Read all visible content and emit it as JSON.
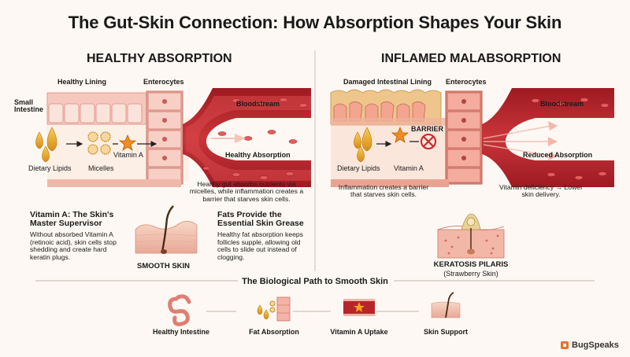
{
  "title": "The Gut-Skin Connection: How Absorption Shapes Your Skin",
  "healthy": {
    "heading": "HEALTHY ABSORPTION",
    "small_intestine": "Small Intestine",
    "healthy_lining": "Healthy Lining",
    "enterocytes": "Enterocytes",
    "bloodstream": "Bloodstream",
    "dietary_lipids": "Dietary Lipids",
    "micelles": "Micelles",
    "vitamin_a": "Vitamin A",
    "result": "Healthy Absorption"
  },
  "inflamed": {
    "heading": "INFLAMED MALABSORPTION",
    "damaged_lining": "Damaged Intestinal Lining",
    "enterocytes": "Enterocytes",
    "bloodstream": "Bloodstream",
    "barrier": "BARRIER",
    "dietary_lipids": "Dietary Lipids",
    "vitamin_a": "Vitamin A",
    "result": "Reduced Absorption",
    "caption_left": "Inflammation creates a barrier that starves skin cells.",
    "caption_right": "Vitamin deficiency → Lower skin delivery.",
    "condition": "KERATOSIS PILARIS",
    "condition_sub": "(Strawberry Skin)"
  },
  "center_caption": "Healthy gut absorbs nutrients via micelles, while inflammation creates a barrier that starves skin cells.",
  "vitamin_box": {
    "title": "Vitamin A: The Skin's Master Supervisor",
    "body": "Without absorbed Vitamin A (retinoic acid), skin cells stop shedding and create hard keratin plugs."
  },
  "fats_box": {
    "title": "Fats Provide the Essential Skin Grease",
    "body": "Healthy fat absorption keeps follicles supple, allowing old cells to slide out instead of clogging."
  },
  "smooth_skin": "SMOOTH SKIN",
  "path": {
    "title": "The Biological Path to Smooth Skin",
    "steps": [
      "Healthy Intestine",
      "Fat Absorption",
      "Vitamin A Uptake",
      "Skin Support"
    ]
  },
  "brand": "BugSpeaks",
  "colors": {
    "blood": "#b7242a",
    "blood_light": "#e06a6a",
    "tissue": "#f3b9ae",
    "lipid": "#e8a51e",
    "vitamin": "#f0921c"
  }
}
